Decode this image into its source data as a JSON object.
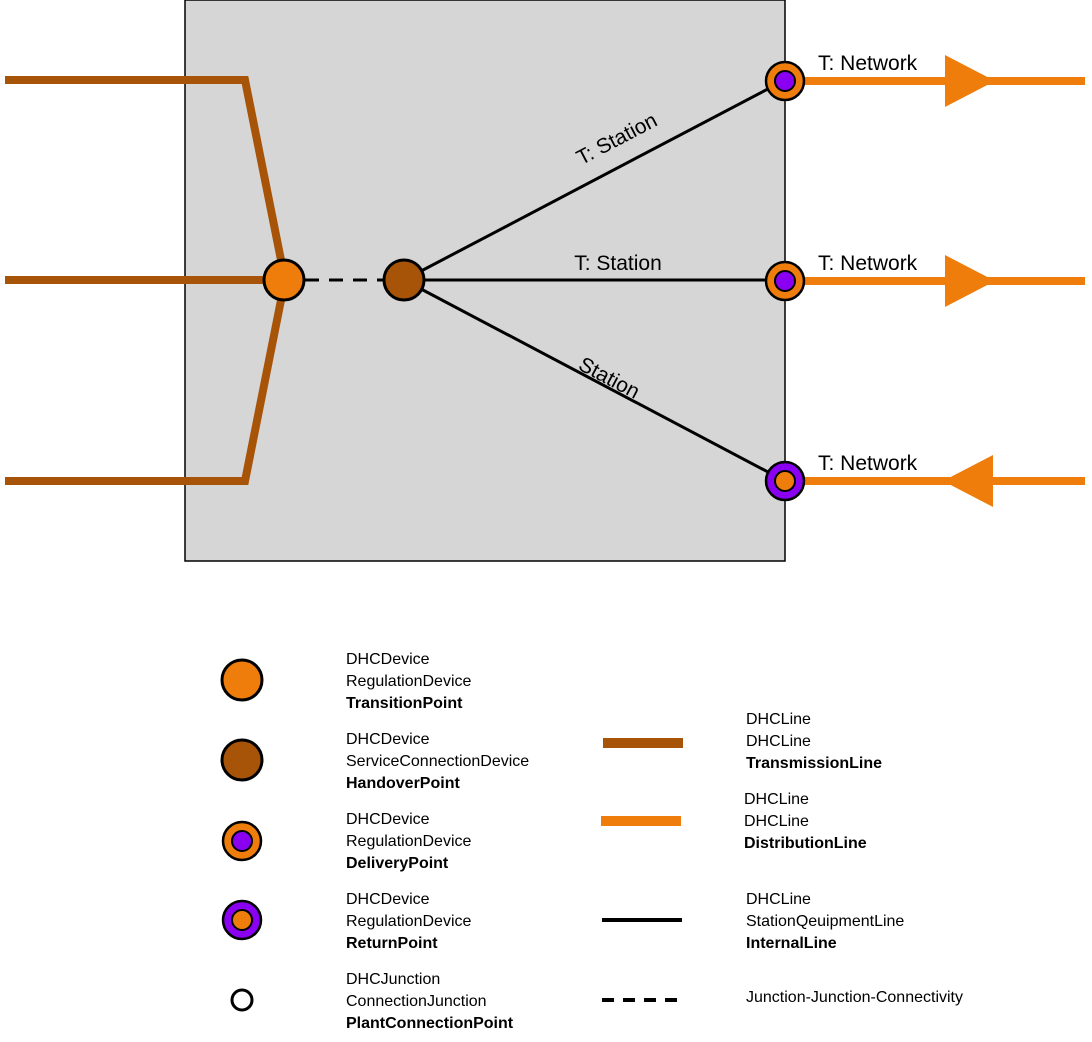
{
  "colors": {
    "station_box_fill": "#d6d6d6",
    "transition_orange": "#ee7d0b",
    "handover_brown": "#a85408",
    "return_purple": "#8a00f0",
    "transmission_line": "#a85408",
    "distribution_line": "#ee7d0b",
    "internal_line": "#000000"
  },
  "diagram": {
    "internal_labels": {
      "upper": "T: Station",
      "middle": "T: Station",
      "lower": "Station"
    },
    "network_labels": {
      "top": "T: Network",
      "middle": "T: Network",
      "bottom": "T: Network"
    }
  },
  "legend": {
    "points": [
      {
        "line1": "DHCDevice",
        "line2": "RegulationDevice",
        "line3": "TransitionPoint",
        "icon": "transition-point-icon"
      },
      {
        "line1": "DHCDevice",
        "line2": "ServiceConnectionDevice",
        "line3": "HandoverPoint",
        "icon": "handover-point-icon"
      },
      {
        "line1": "DHCDevice",
        "line2": "RegulationDevice",
        "line3": "DeliveryPoint",
        "icon": "delivery-point-icon"
      },
      {
        "line1": "DHCDevice",
        "line2": "RegulationDevice",
        "line3": "ReturnPoint",
        "icon": "return-point-icon"
      },
      {
        "line1": "DHCJunction",
        "line2": "ConnectionJunction",
        "line3": "PlantConnectionPoint",
        "icon": "plant-connection-point-icon"
      }
    ],
    "lines": [
      {
        "line1": "DHCLine",
        "line2": "DHCLine",
        "line3": "TransmissionLine",
        "icon": "transmission-line-icon"
      },
      {
        "line1": "DHCLine",
        "line2": "DHCLine",
        "line3": "DistributionLine",
        "icon": "distribution-line-icon"
      },
      {
        "line1": "DHCLine",
        "line2": "StationQeuipmentLine",
        "line3": "InternalLine",
        "icon": "internal-line-icon"
      },
      {
        "line1": "Junction-Junction-Connectivity",
        "icon": "junction-connectivity-line-icon"
      }
    ]
  }
}
